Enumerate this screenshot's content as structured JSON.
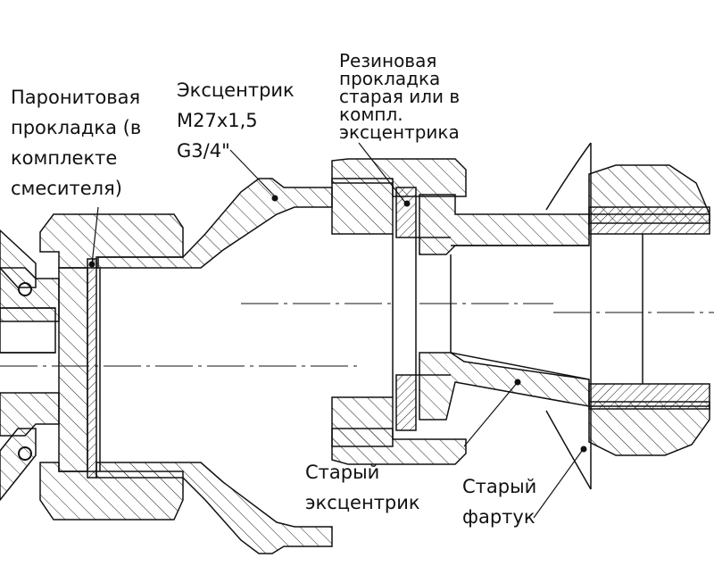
{
  "labels": {
    "paronite": [
      "Паронитовая",
      "прокладка (в",
      "комплекте",
      "смесителя)"
    ],
    "eccentric": [
      "Эксцентрик",
      "M27x1,5",
      "G3/4\""
    ],
    "rubber": [
      "Резиновая",
      "прокладка",
      "старая или в",
      "компл.",
      "эксцентрика"
    ],
    "old_eccentric": [
      "Старый",
      "эксцентрик"
    ],
    "old_apron": [
      "Старый",
      "фартук"
    ]
  },
  "colors": {
    "line": "#111111",
    "hatch": "#222222",
    "background": "#ffffff"
  }
}
